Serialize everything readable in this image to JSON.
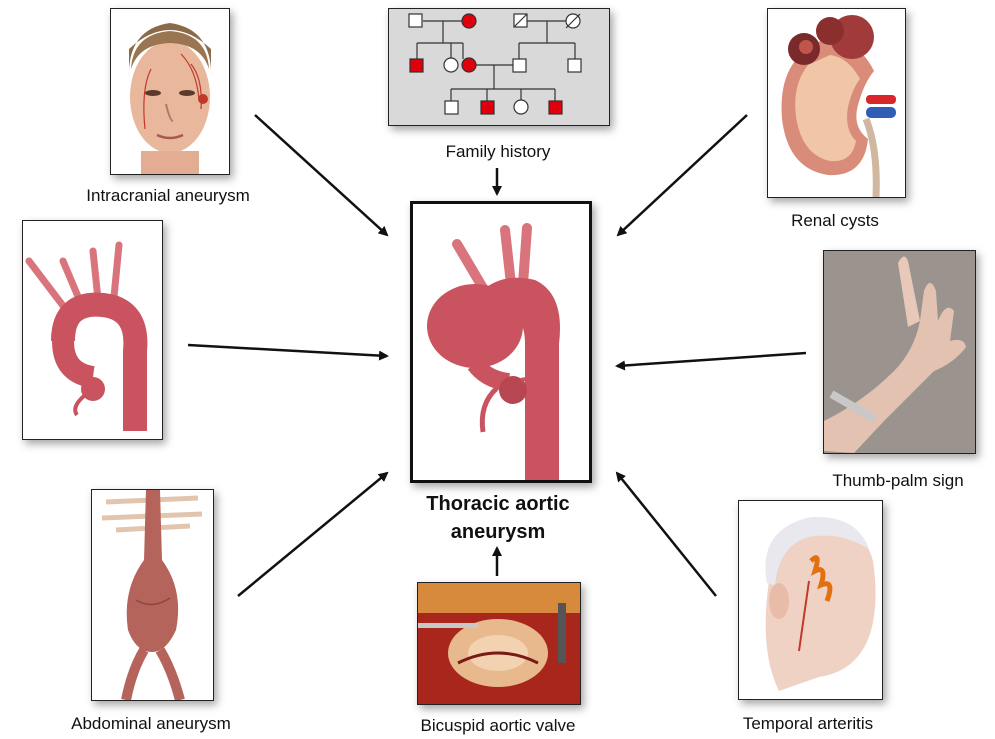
{
  "center": {
    "title_line1": "Thoracic aortic",
    "title_line2": "aneurysm"
  },
  "features": [
    {
      "id": "intracranial",
      "label": "Intracranial aneurysm"
    },
    {
      "id": "family",
      "label": "Family history"
    },
    {
      "id": "renal",
      "label": "Renal cysts"
    },
    {
      "id": "arch",
      "label": ""
    },
    {
      "id": "thumb",
      "label": "Thumb-palm sign"
    },
    {
      "id": "abdominal",
      "label": "Abdominal aneurysm"
    },
    {
      "id": "bicuspid",
      "label": "Bicuspid aortic valve"
    },
    {
      "id": "temporal",
      "label": "Temporal arteritis"
    }
  ],
  "colors": {
    "affected": "#e0000b",
    "aorta": "#c9545f",
    "panel_border": "#222222",
    "pedigree_bg": "#d9d9d9"
  }
}
